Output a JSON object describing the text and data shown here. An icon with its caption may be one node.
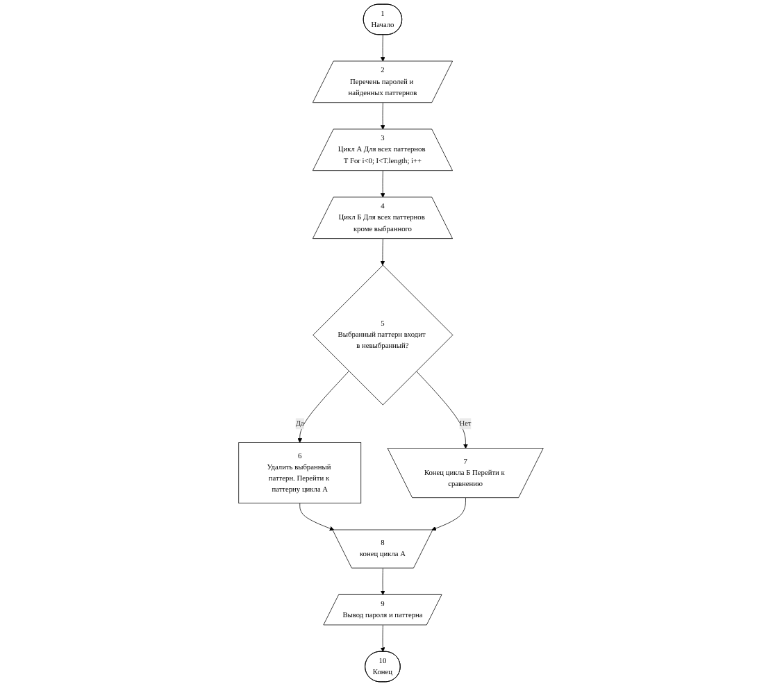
{
  "diagram": {
    "nodes": [
      {
        "text": [
          "1",
          "Начало"
        ]
      },
      {
        "text": [
          "2",
          "Перечень паролей и найденных паттернов"
        ]
      },
      {
        "text": [
          "3",
          "Цикл А Для всех паттернов Т For i<0; I<T.length; i++"
        ]
      },
      {
        "text": [
          "4",
          "Цикл Б Для всех паттернов кроме выбранного"
        ]
      },
      {
        "text": [
          "5",
          "Выбранный паттерн входит в невыбранный?"
        ]
      },
      {
        "text": [
          "6",
          "Удалить выбранный паттерн. Перейти к паттерну цикла А"
        ]
      },
      {
        "text": [
          "7",
          "Конец цикла Б Перейти к сравнению"
        ]
      },
      {
        "text": [
          "8",
          "конец цикла А"
        ]
      },
      {
        "text": [
          "9",
          "Вывод пароля и паттерна"
        ]
      },
      {
        "text": [
          "10",
          "Конец"
        ]
      }
    ],
    "edges": [
      {
        "from": 0,
        "to": 1,
        "arrow": "to"
      },
      {
        "from": 1,
        "to": 2,
        "arrow": "to"
      },
      {
        "from": 2,
        "to": 3,
        "arrow": "to"
      },
      {
        "from": 3,
        "to": 4,
        "arrow": "to"
      },
      {
        "from": 4,
        "to": 5,
        "arrow": "to",
        "label": "Да"
      },
      {
        "from": 4,
        "to": 6,
        "arrow": "to",
        "label": "Нет"
      },
      {
        "from": 5,
        "to": 7,
        "arrow": "to"
      },
      {
        "from": 6,
        "to": 7,
        "arrow": "to"
      },
      {
        "from": 7,
        "to": 8,
        "arrow": "to"
      },
      {
        "from": 8,
        "to": 9,
        "arrow": "to"
      }
    ]
  }
}
